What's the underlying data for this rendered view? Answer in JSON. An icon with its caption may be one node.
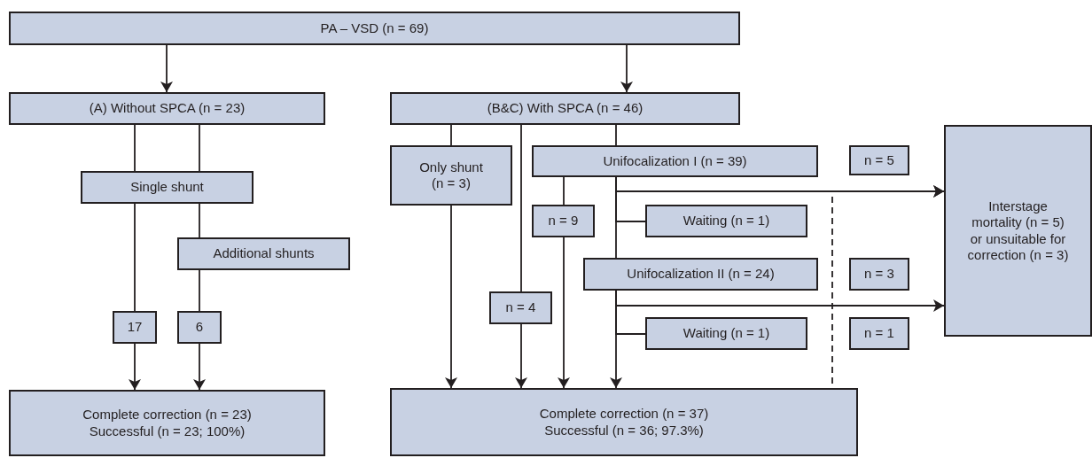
{
  "diagram": {
    "nodes": [
      {
        "text": [
          "PA – VSD (n = 69)"
        ]
      },
      {
        "text": [
          "(A) Without SPCA (n = 23)"
        ]
      },
      {
        "text": [
          "(B&C) With SPCA (n = 46)"
        ]
      },
      {
        "text": [
          "Single shunt"
        ]
      },
      {
        "text": [
          "Additional shunts"
        ]
      },
      {
        "text": [
          "17"
        ]
      },
      {
        "text": [
          "6"
        ]
      },
      {
        "text": [
          "Complete correction (n = 23)",
          "Successful (n = 23; 100%)"
        ]
      },
      {
        "text": [
          "Only shunt (n = 3)"
        ]
      },
      {
        "text": [
          "Unifocalization I (n = 39)"
        ]
      },
      {
        "text": [
          "n = 5"
        ]
      },
      {
        "text": [
          "n = 9"
        ]
      },
      {
        "text": [
          "Waiting (n = 1)"
        ]
      },
      {
        "text": [
          "Unifocalization II (n = 24)"
        ]
      },
      {
        "text": [
          "n = 3"
        ]
      },
      {
        "text": [
          "n = 4"
        ]
      },
      {
        "text": [
          "Waiting (n = 1)"
        ]
      },
      {
        "text": [
          "n = 1"
        ]
      },
      {
        "text": [
          "Interstage mortality (n = 5) or unsuitable for correction (n = 3)"
        ]
      },
      {
        "text": [
          "Complete correction (n = 37)",
          "Successful (n = 36; 97.3%)"
        ]
      }
    ],
    "edges": [
      {
        "from": 0,
        "to": 1,
        "arrow": "to"
      },
      {
        "from": 0,
        "to": 2,
        "arrow": "to"
      },
      {
        "from": 1,
        "to": 3,
        "arrow": "none"
      },
      {
        "from": 1,
        "to": 3,
        "arrow": "none"
      },
      {
        "from": 3,
        "to": 5,
        "arrow": "none"
      },
      {
        "from": 3,
        "to": 4,
        "arrow": "none"
      },
      {
        "from": 4,
        "to": 6,
        "arrow": "none"
      },
      {
        "from": 5,
        "to": 7,
        "arrow": "to"
      },
      {
        "from": 6,
        "to": 7,
        "arrow": "to"
      },
      {
        "from": 2,
        "to": 8,
        "arrow": "none"
      },
      {
        "from": 2,
        "to": 15,
        "arrow": "none"
      },
      {
        "from": 15,
        "to": 19,
        "arrow": "to"
      },
      {
        "from": 2,
        "to": 9,
        "arrow": "none"
      },
      {
        "from": 8,
        "to": 19,
        "arrow": "to"
      },
      {
        "from": 9,
        "to": 11,
        "arrow": "none"
      },
      {
        "from": 11,
        "to": 19,
        "arrow": "to"
      },
      {
        "from": 9,
        "to": 18,
        "arrow": "to"
      },
      {
        "from": 9,
        "to": 12,
        "arrow": "none"
      },
      {
        "from": 9,
        "to": 13,
        "arrow": "none"
      },
      {
        "from": 13,
        "to": 18,
        "arrow": "to"
      },
      {
        "from": 13,
        "to": 16,
        "arrow": "none"
      },
      {
        "from": 13,
        "to": 19,
        "arrow": "to"
      },
      {
        "from": 19,
        "to": 18,
        "arrow": "to",
        "style": "dashed"
      }
    ]
  }
}
